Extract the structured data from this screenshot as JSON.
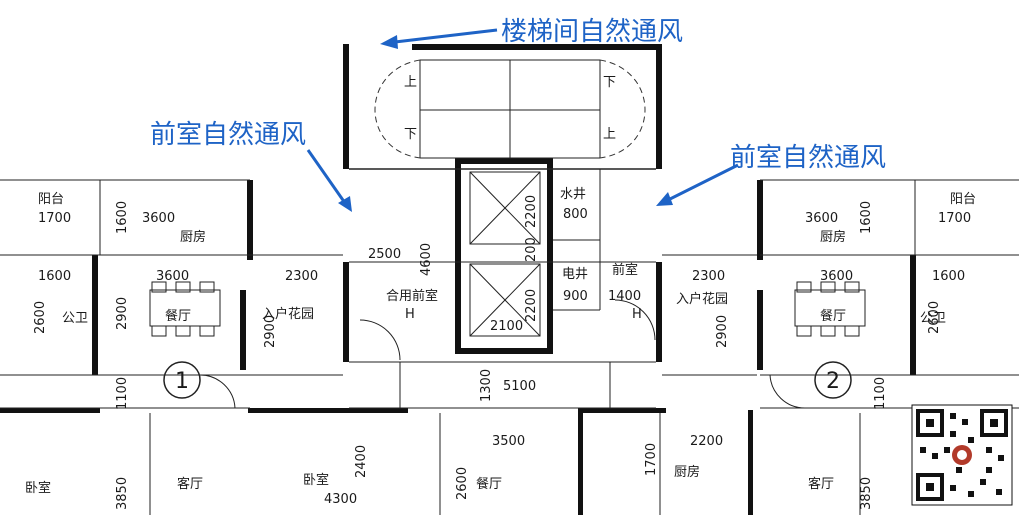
{
  "callouts": {
    "stair_ventilation": "楼梯间自然通风",
    "anteroom_left": "前室自然通风",
    "anteroom_right": "前室自然通风"
  },
  "rooms": {
    "balcony_left": "阳台",
    "kitchen_left": "厨房",
    "dining_left": "餐厅",
    "bath_left": "公卫",
    "garden_left": "入户花园",
    "shared_anteroom": "合用前室",
    "shared_anteroom_h": "H",
    "water_shaft": "水井",
    "electric_shaft": "电井",
    "anteroom": "前室",
    "garden_right": "入户花园",
    "garden_right_h": "H",
    "kitchen_right": "厨房",
    "balcony_right": "阳台",
    "dining_right": "餐厅",
    "bath_right": "公卫",
    "bedroom_left": "卧室",
    "living_left": "客厅",
    "bedroom_mid": "卧室",
    "dining_mid": "餐厅",
    "kitchen_mid": "厨房",
    "living_right": "客厅"
  },
  "stairs": {
    "up_left_top": "上",
    "down_right_top": "下",
    "down_left_bottom": "下",
    "up_right_bottom": "上"
  },
  "unit_numbers": {
    "unit_1": "1",
    "unit_2": "2"
  },
  "dimensions": {
    "d1700_left": "1700",
    "d3600_kitchen_left": "3600",
    "d1600_left_v": "1600",
    "d1600_bath_left": "1600",
    "d3600_dining_left": "3600",
    "d2300_left": "2300",
    "d2500": "2500",
    "d2900_left_v": "2900",
    "d2900_garden_left_v": "2900",
    "d2600_left_v": "2600",
    "d1100_left_v": "1100",
    "d4600_v": "4600",
    "d2200_top_v": "2200",
    "d2200_bottom_v": "2200",
    "d200_v": "200",
    "d2100": "2100",
    "d800": "800",
    "d900": "900",
    "d1400": "1400",
    "d1300_v": "1300",
    "d5100": "5100",
    "d2300_right": "2300",
    "d2900_right_v": "2900",
    "d3600_kitchen_right": "3600",
    "d1600_right_v": "1600",
    "d1700_right": "1700",
    "d3600_dining_right": "3600",
    "d1600_bath_right": "1600",
    "d2600_right_v": "2600",
    "d1100_right_v": "1100",
    "d3500": "3500",
    "d2400_v": "2400",
    "d4300": "4300",
    "d2600_mid_v": "2600",
    "d1700_mid_v": "1700",
    "d2200_mid": "2200",
    "d3850_left_v": "3850",
    "d3850_right_v": "3850"
  },
  "colors": {
    "callout": "#1e63c6",
    "wall": "#111111",
    "line": "#222222",
    "background": "#ffffff"
  },
  "icons": [
    "qr-code-icon",
    "callout-arrow-icon"
  ]
}
